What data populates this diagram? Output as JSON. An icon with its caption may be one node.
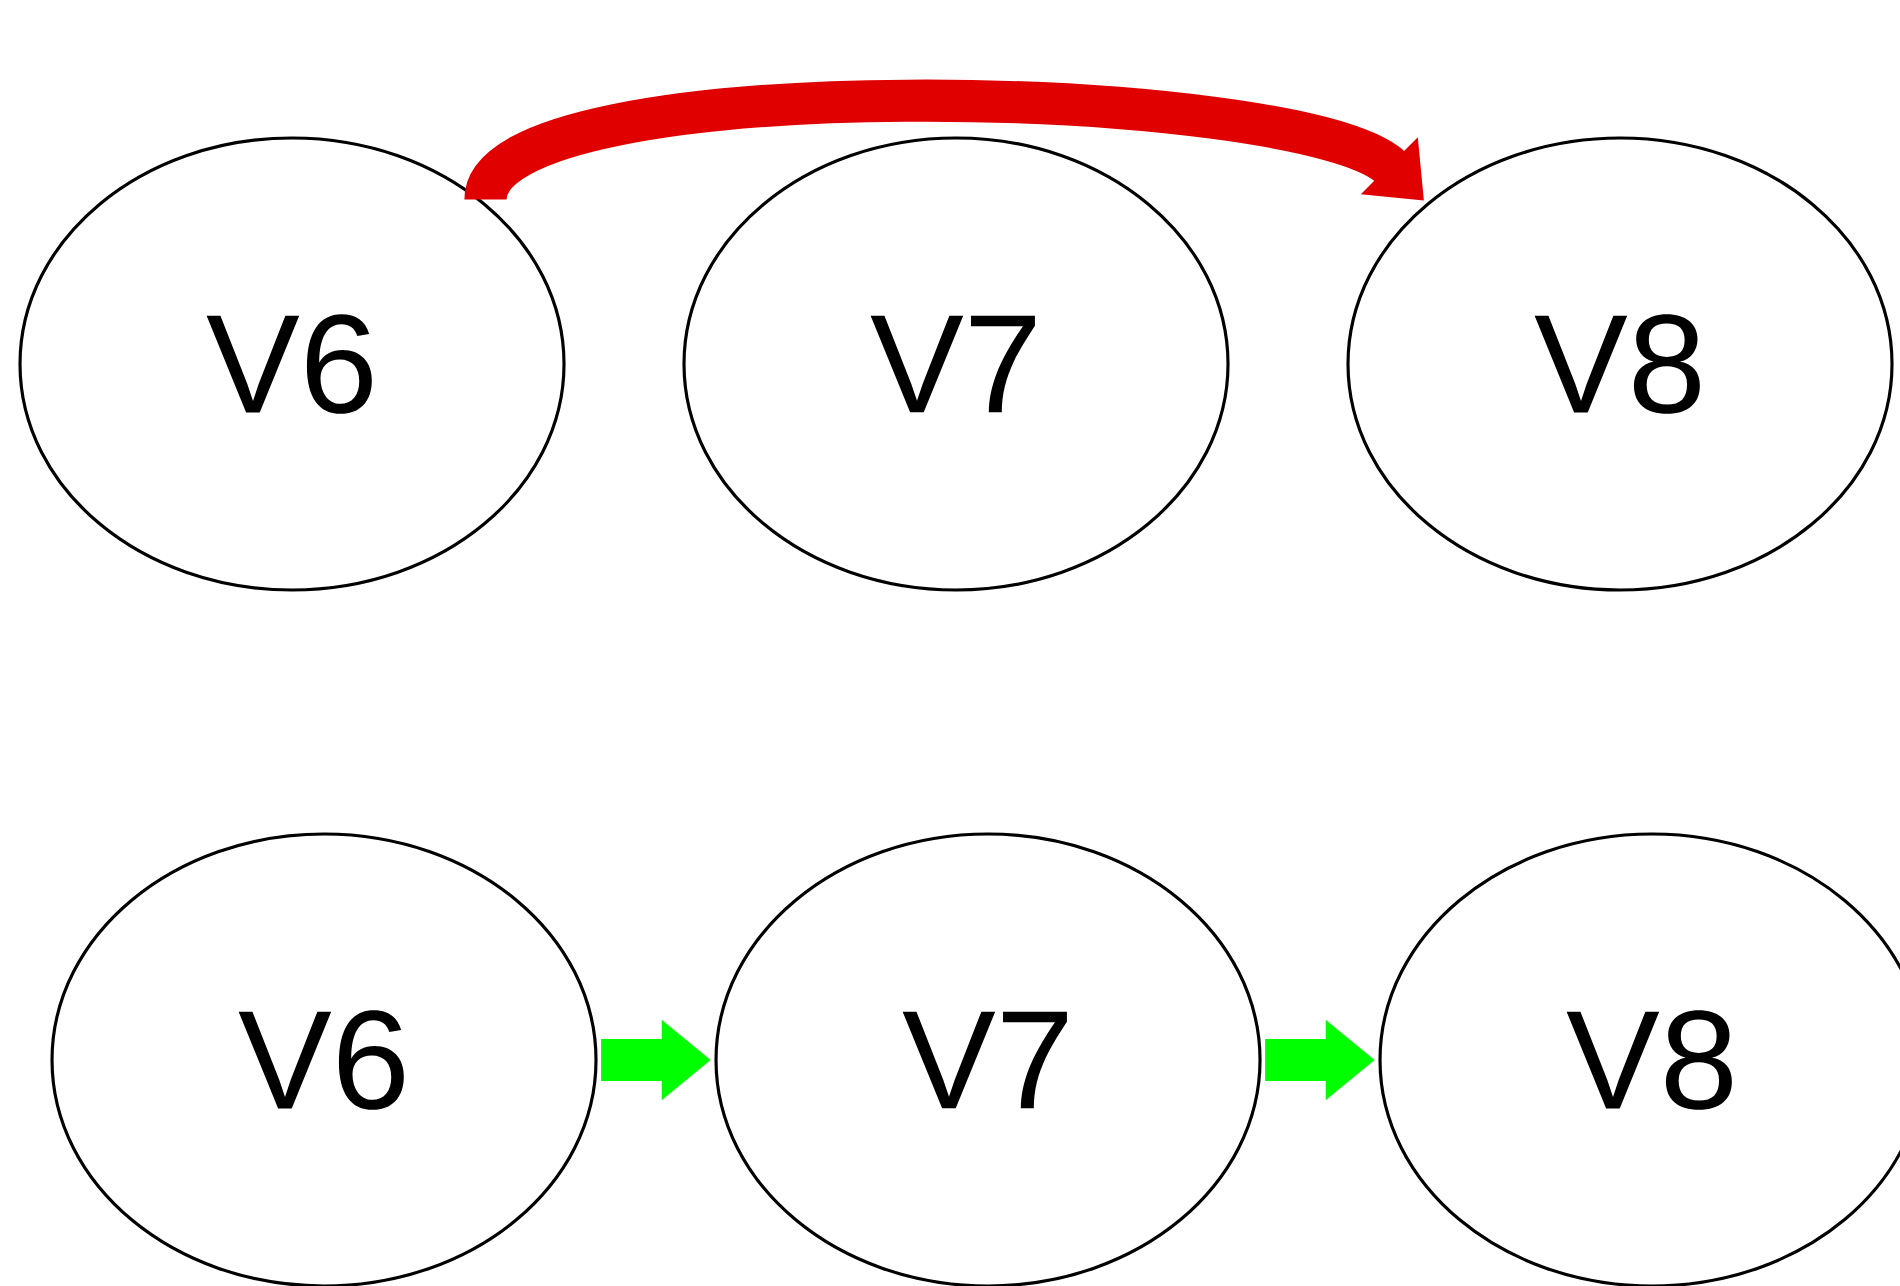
{
  "diagram": {
    "nodes": [
      {
        "text": [
          "V6"
        ]
      },
      {
        "text": [
          "V7"
        ]
      },
      {
        "text": [
          "V8"
        ]
      },
      {
        "text": [
          "V6"
        ]
      },
      {
        "text": [
          "V7"
        ]
      },
      {
        "text": [
          "V8"
        ]
      }
    ],
    "edges": [
      {
        "from": 0,
        "to": 2,
        "arrow": "to",
        "color": "#e00000"
      },
      {
        "from": 3,
        "to": 4,
        "arrow": "to",
        "color": "#00ff00"
      },
      {
        "from": 4,
        "to": 5,
        "arrow": "to",
        "color": "#00ff00"
      }
    ]
  }
}
